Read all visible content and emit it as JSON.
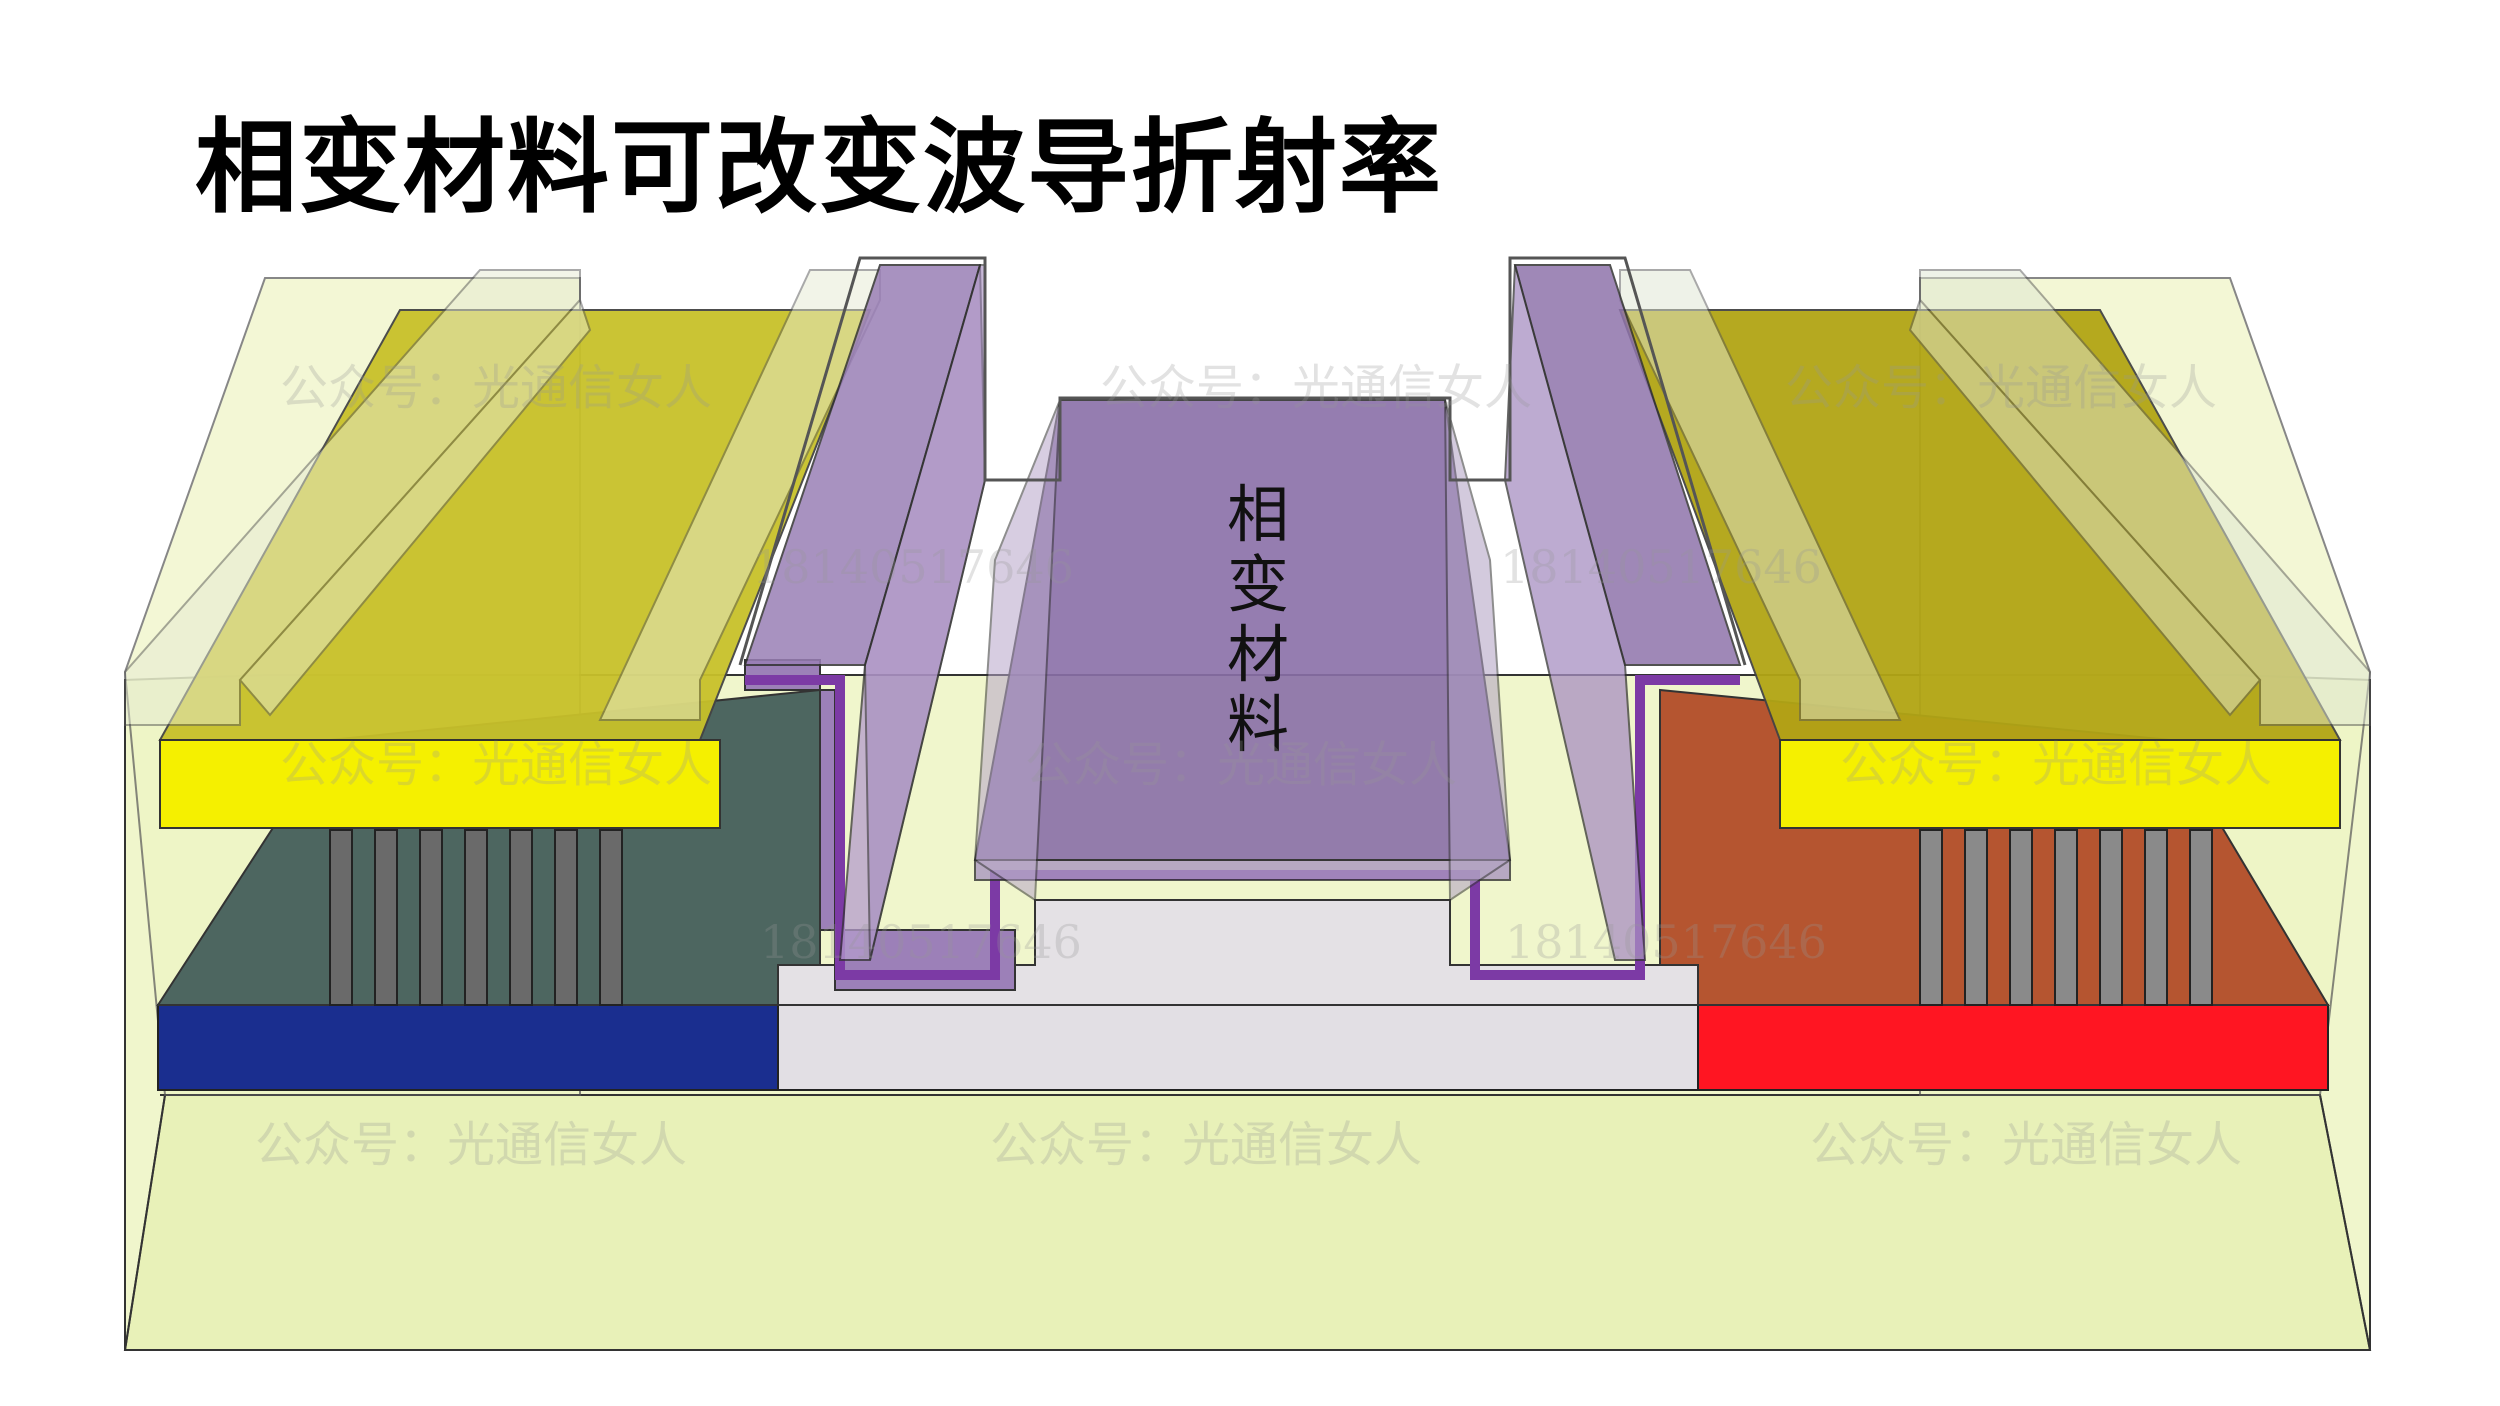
{
  "title": "相变材料可改变波导折射率",
  "pcm_label": "相变材料",
  "watermark_text": "公众号：光通信女人",
  "watermark_number": "18140517646",
  "colors": {
    "substrate": "#eef4c6",
    "electrode": "#f2ee00",
    "pcm": "#8a6fa8",
    "n_doped": "#1a2e8f",
    "p_doped": "#ff1522",
    "core": "#e2dfe4"
  }
}
